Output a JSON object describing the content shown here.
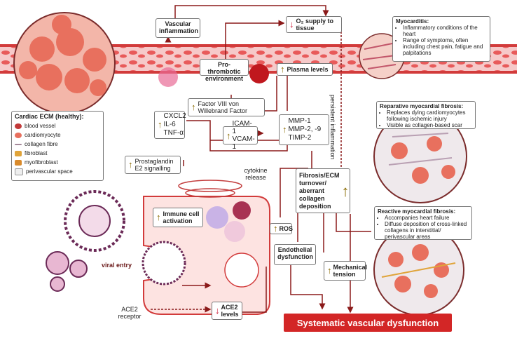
{
  "diagram": {
    "vascular_inflammation": "Vascular inflammation",
    "o2_supply": "O₂ supply to tissue",
    "pro_thrombotic": "Pro-thrombotic environment",
    "plasma_levels": "Plasma levels",
    "myocarditis": {
      "title": "Myocarditis:",
      "items": [
        "Inflammatory conditions of the heart",
        "Range of symptoms, often including chest pain, fatigue and palpitations"
      ]
    },
    "cardiac_ecm": {
      "title": "Cardiac ECM (healthy):",
      "items": [
        "blood vessel",
        "cardiomyocyte",
        "collagen fibre",
        "fibroblast",
        "myofibroblast",
        "perivascular space"
      ]
    },
    "factor_viii": "Factor VIII von Willebrand Factor",
    "cytokines": [
      "CXCL2",
      "IL-6",
      "TNF-α"
    ],
    "icam": [
      "ICAM-1",
      "VCAM-1"
    ],
    "mmp": [
      "MMP-1",
      "MMP-2, -9",
      "TIMP-2"
    ],
    "persistent_inflammation": "persistent inflammation",
    "prostaglandin": "Prostaglandin E2 signalling",
    "cytokine_release": "cytokine release",
    "immune_activation": "Immune cell activation",
    "fibrosis_box": "Fibrosis/ECM turnover/ aberrant collagen deposition",
    "ros": "ROS",
    "endothelial": "Endothelial dysfunction",
    "mechanical": "Mechanical tension",
    "viral_entry": "viral entry",
    "ace2_receptor": "ACE2 receptor",
    "ace2_levels": "ACE2 levels",
    "reparative": {
      "title": "Reparative myocardial fibrosis:",
      "items": [
        "Replaces dying cardiomyocytes following ischemic injury",
        "Visible as collagen-based scar"
      ]
    },
    "reactive": {
      "title": "Reactive myocardial fibrosis:",
      "items": [
        "Accompanies heart failure",
        "Diffuse deposition of cross-linked collagens in interstitial/ perivascular areas"
      ]
    },
    "systematic": "Systematic vascular dysfunction",
    "up_arrow": "↑",
    "down_arrow": "↓"
  },
  "colors": {
    "vessel": "#e8505b",
    "accent": "#d32626",
    "arrow": "#8b1a1a",
    "up": "#8a6b00"
  }
}
